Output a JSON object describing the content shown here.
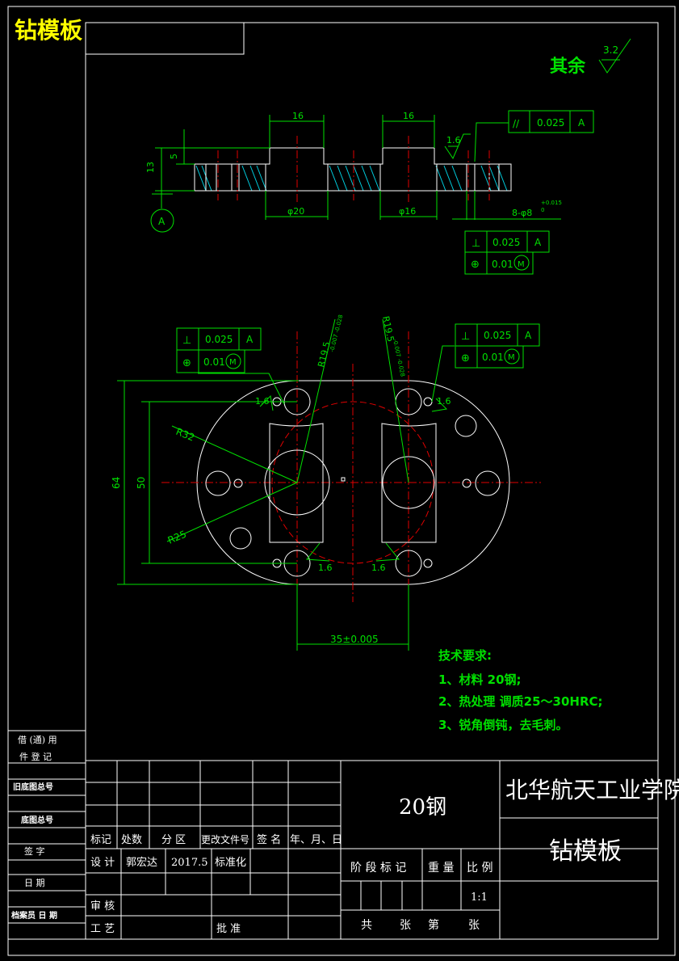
{
  "drawing_title": "钻模板",
  "surface_finish": {
    "label": "其余",
    "value": "3.2"
  },
  "section_view": {
    "dims": {
      "width_left": "16",
      "width_right": "16",
      "height_total": "13",
      "height_step": "5",
      "dia_left": "φ20",
      "dia_right": "φ16",
      "holes": "8-φ8",
      "holes_tol": "+0.015",
      "holes_tol2": "0"
    },
    "roughness": "1.6",
    "datum": "A",
    "tol_parallel": {
      "symbol": "//",
      "value": "0.025",
      "datum": "A"
    },
    "tol_perp": {
      "symbol": "⊥",
      "value": "0.025",
      "datum": "A"
    },
    "tol_position": {
      "symbol": "⊕",
      "value": "0.01",
      "modifier": "M"
    }
  },
  "plan_view": {
    "dims": {
      "height_outer": "64",
      "height_inner": "50",
      "r_outer": "R32",
      "r_inner": "R25",
      "r_left": "R19.5",
      "r_left_tol": "-0.007 -0.028",
      "r_right": "R19.5",
      "r_right_tol": "-0.007 -0.028",
      "spacing": "35±0.005"
    },
    "roughness": [
      "1.6",
      "1.6",
      "1.6",
      "1.6"
    ],
    "tol_left_perp": {
      "symbol": "⊥",
      "value": "0.025",
      "datum": "A"
    },
    "tol_left_pos": {
      "symbol": "⊕",
      "value": "0.01",
      "modifier": "M"
    },
    "tol_right_perp": {
      "symbol": "⊥",
      "value": "0.025",
      "datum": "A"
    },
    "tol_right_pos": {
      "symbol": "⊕",
      "value": "0.01",
      "modifier": "M"
    }
  },
  "tech_requirements": {
    "heading": "技术要求:",
    "items": [
      "1、材料 20钢;",
      "2、热处理 调质25～30HRC;",
      "3、锐角倒钝，去毛刺。"
    ]
  },
  "left_stamp": [
    "借 (通) 用",
    "件 登 记",
    "旧底图总号",
    "底图总号",
    "签    字",
    "日    期",
    "档案员  日  期"
  ],
  "title_block": {
    "material": "20钢",
    "school": "北华航天工业学院",
    "part_name": "钻模板",
    "labels": {
      "mark": "标记",
      "count": "处数",
      "zone": "分 区",
      "change_doc": "更改文件号",
      "sign": "签 名",
      "date": "年、月、日",
      "design": "设 计",
      "designer": "郭宏达",
      "design_date": "2017.5",
      "standardize": "标准化",
      "stage": "阶 段 标 记",
      "weight": "重 量",
      "scale": "比 例",
      "scale_value": "1:1",
      "review": "审 核",
      "process": "工 艺",
      "approve": "批 准",
      "sheet_total": "共",
      "sheet_unit": "张",
      "sheet_no": "第",
      "sheet_unit2": "张"
    }
  },
  "colors": {
    "background": "#000000",
    "lines": "#ffffff",
    "dimensions": "#00e000",
    "centerlines": "#e00000",
    "hatch": "#00cfe0",
    "title": "#ffff00"
  }
}
